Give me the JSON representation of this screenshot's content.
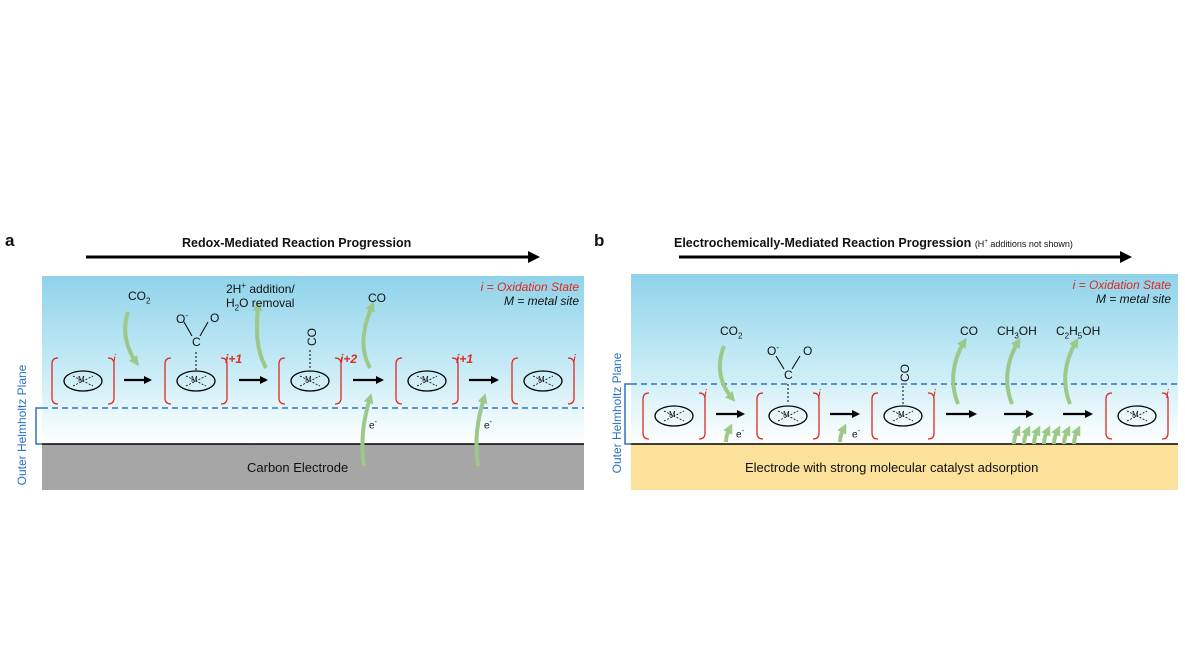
{
  "colors": {
    "sky_top": "#8fd3ea",
    "sky_bottom": "#ffffff",
    "dashed_plane": "#2b74c6",
    "carbon_electrode": "#a6a6a6",
    "adsorption_electrode": "#fbe19a",
    "bracket": "#e0281e",
    "green_arrow": "#9cc98a"
  },
  "panel_a": {
    "letter": "a",
    "title": "Redox-Mediated Reaction Progression",
    "legend_ox": "i = Oxidation State",
    "legend_metal": "M = metal site",
    "side_label": "Outer Helmholtz Plane",
    "electrode_label": "Carbon Electrode",
    "species": {
      "co2": "CO",
      "co2_sub": "2",
      "addition_line1_a": "2H",
      "addition_line1_sup": "+",
      "addition_line1_b": " addition/",
      "addition_line2_a": "H",
      "addition_line2_sub": "2",
      "addition_line2_b": "O removal",
      "co_out": "CO",
      "bound_co": "CO",
      "o_minus": "O",
      "o_minus_sup": "-",
      "o": "O",
      "c": "C",
      "electron": "e",
      "electron_sup": "-"
    },
    "states": [
      "i",
      "i+1",
      "i+2",
      "i+1",
      "i"
    ],
    "metal": "M"
  },
  "panel_b": {
    "letter": "b",
    "title": "Electrochemically-Mediated Reaction Progression",
    "title_note_a": "(H",
    "title_note_sup": "+",
    "title_note_b": " additions not shown)",
    "legend_ox": "i = Oxidation State",
    "legend_metal": "M = metal site",
    "side_label": "Outer Helmholtz Plane",
    "electrode_label": "Electrode with strong molecular catalyst adsorption",
    "species": {
      "co2": "CO",
      "co2_sub": "2",
      "co": "CO",
      "ch3oh_a": "CH",
      "ch3oh_sub": "3",
      "ch3oh_b": "OH",
      "c2h5oh_a": "C",
      "c2h5oh_sub1": "2",
      "c2h5oh_b": "H",
      "c2h5oh_sub2": "5",
      "c2h5oh_c": "OH",
      "bound_co": "CO",
      "o_minus": "O",
      "o_minus_sup": "-",
      "o": "O",
      "c": "C",
      "electron": "e",
      "electron_sup": "-"
    },
    "states": [
      "i",
      "i",
      "i",
      "i"
    ],
    "metal": "M"
  }
}
